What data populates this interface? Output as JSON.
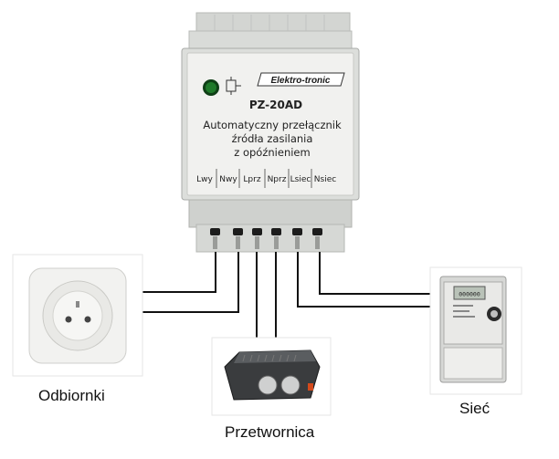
{
  "device": {
    "brand": "Elektro-tronic",
    "model": "PZ-20AD",
    "description": [
      "Automatyczny przełącznik",
      "źródła zasilania",
      "z opóźnieniem"
    ],
    "terminals": [
      "Lwy",
      "Nwy",
      "Lprz",
      "Nprz",
      "Lsiec",
      "Nsiec"
    ],
    "led_color": "#1f7a2a",
    "relay_icon": "relay-coil-icon"
  },
  "components": {
    "outlet_label": "Odbiornki",
    "inverter_label": "Przetwornica",
    "meter_label": "Sieć"
  },
  "meter": {
    "display_text": "000000"
  }
}
